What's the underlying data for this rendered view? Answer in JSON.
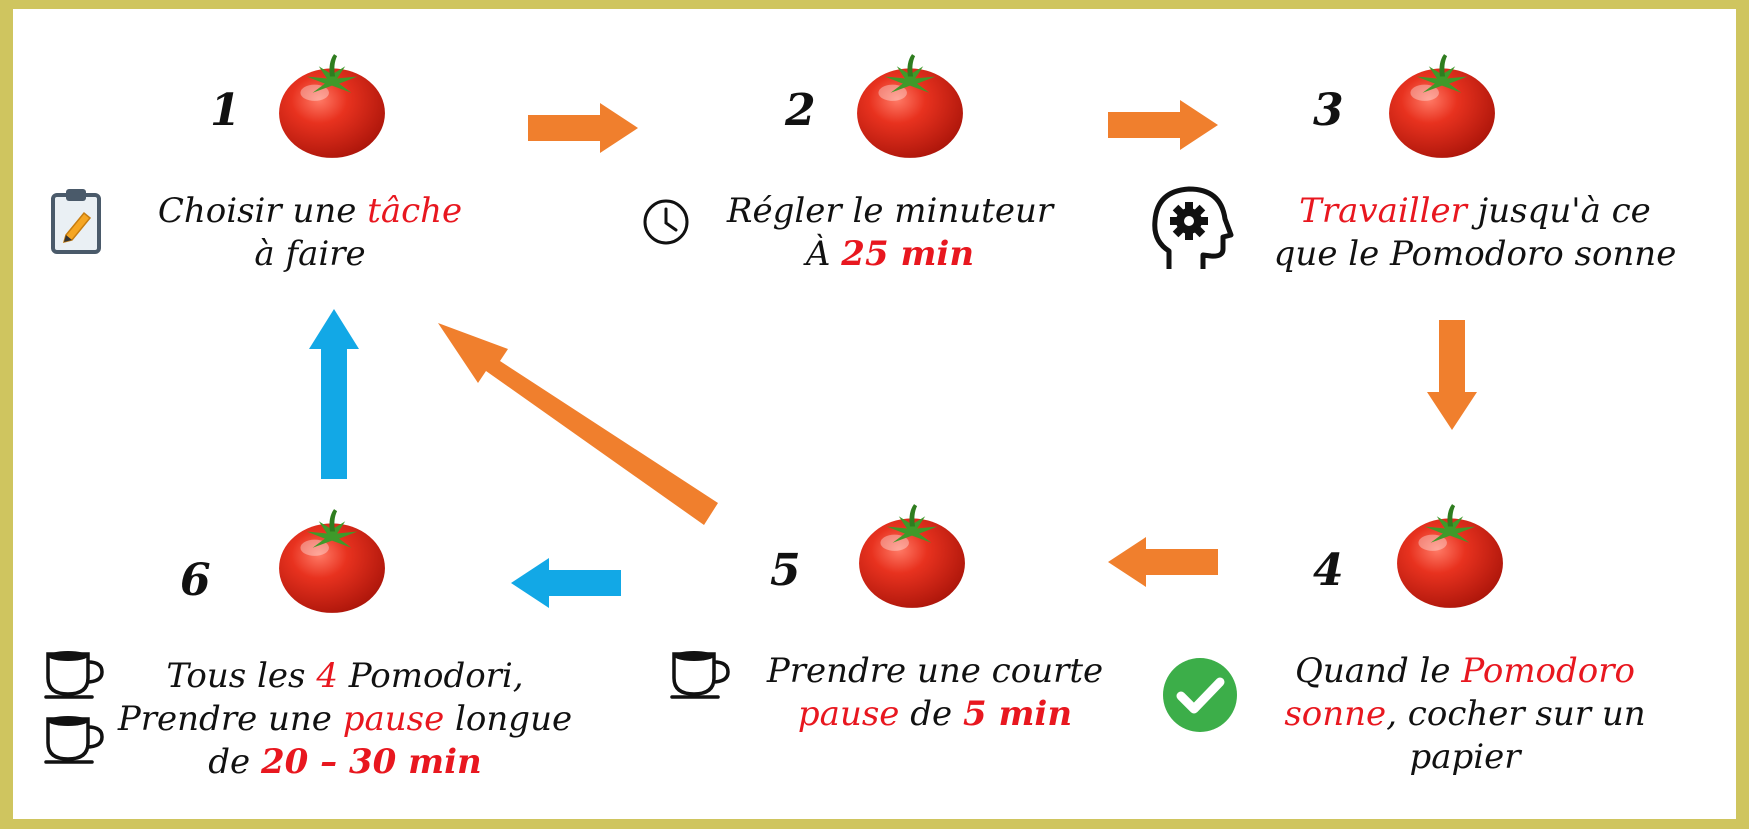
{
  "colors": {
    "frame": "#cfc55f",
    "orange_arrow": "#f07f2d",
    "blue_arrow": "#12a8e6",
    "tomato_red": "#e02a1c",
    "tomato_leaf": "#3f9a2a",
    "highlight": "#e8171f",
    "check_green": "#3cae49"
  },
  "steps": [
    {
      "number": "1",
      "icon": "clipboard-icon",
      "line1_a": "Choisir une ",
      "line1_red": "tâche",
      "line2": "à faire"
    },
    {
      "number": "2",
      "icon": "clock-icon",
      "line1": "Régler le minuteur",
      "line2_a": "À ",
      "line2_red": "25 min"
    },
    {
      "number": "3",
      "icon": "head-gear-icon",
      "line1_red": "Travailler",
      "line1_b": " jusqu'à ce",
      "line2": "que le Pomodoro sonne"
    },
    {
      "number": "4",
      "icon": "check-circle-icon",
      "line1_a": "Quand le ",
      "line1_red": "Pomodoro",
      "line2_red": "sonne",
      "line2_b": ", cocher sur un",
      "line3": "papier"
    },
    {
      "number": "5",
      "icon": "coffee-cup-icon",
      "line1": "Prendre une courte",
      "line2_red": "pause",
      "line2_b": " de ",
      "line2_red2": "5 min"
    },
    {
      "number": "6",
      "icon": "coffee-cup-icon",
      "line1_a": "Tous les ",
      "line1_red": "4",
      "line1_b": " Pomodori,",
      "line2_a": "Prendre une ",
      "line2_red": "pause",
      "line2_b": " longue",
      "line3_a": "de ",
      "line3_red": "20 – 30 min"
    }
  ]
}
